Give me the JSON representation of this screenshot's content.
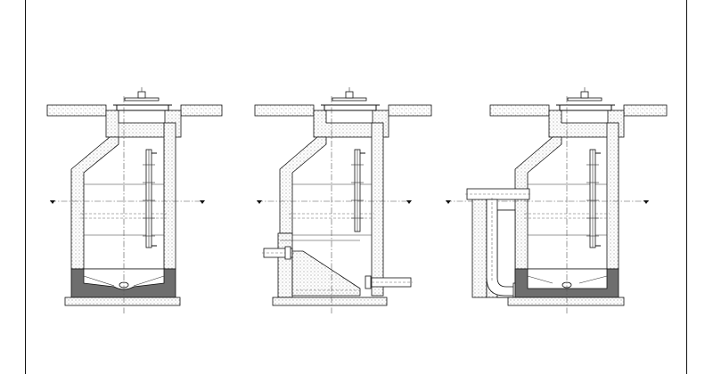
{
  "drawing": {
    "frame": "border",
    "views": [
      {
        "id": "view-1",
        "variant": "ladder-conical-bottom"
      },
      {
        "id": "view-2",
        "variant": "ladder-side-inlet-outlet"
      },
      {
        "id": "view-3",
        "variant": "ladder-riser-pipe"
      }
    ]
  },
  "colors": {
    "line": "#111111",
    "concrete_fill": "#8a8a8a",
    "sump_fill": "#6e6e6e"
  }
}
